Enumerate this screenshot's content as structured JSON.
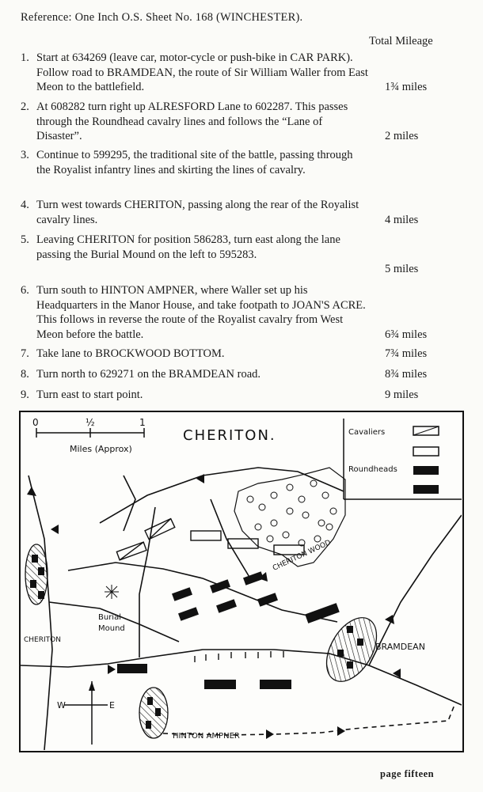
{
  "reference": "Reference: One Inch O.S. Sheet No. 168 (WINCHESTER).",
  "mileage_header": "Total Mileage",
  "steps": [
    {
      "num": "1.",
      "text": "Start at 634269 (leave car, motor-cycle or push-bike in CAR PARK). Follow road to BRAMDEAN, the route of Sir William Waller from East Meon to the battlefield.",
      "miles": "1¾ miles"
    },
    {
      "num": "2.",
      "text": "At 608282 turn right up ALRESFORD Lane to 602287. This passes through the Roundhead cavalry lines and follows the “Lane of Disaster”.",
      "miles": "2 miles"
    },
    {
      "num": "3.",
      "text": "Continue to 599295, the traditional site of the battle, passing through the Royalist infantry lines and skirting the lines of cavalry.",
      "miles": ""
    },
    {
      "num": "4.",
      "text": "Turn west towards CHERITON, passing along the rear of the Royalist cavalry lines.",
      "miles": "4 miles"
    },
    {
      "num": "5.",
      "text": "Leaving CHERITON for position 586283, turn east along the lane passing the Burial Mound on the left to 595283.",
      "miles": "5 miles"
    },
    {
      "num": "6.",
      "text": "Turn south to HINTON AMPNER, where Waller set up his Headquarters in the Manor House, and take footpath to JOAN'S ACRE. This follows in reverse the route of the Royalist cavalry from West Meon before the battle.",
      "miles": "6¾ miles"
    },
    {
      "num": "7.",
      "text": "Take lane to BROCKWOOD BOTTOM.",
      "miles": "7¾ miles"
    },
    {
      "num": "8.",
      "text": "Turn north to 629271 on the BRAMDEAN road.",
      "miles": "8¾ miles"
    },
    {
      "num": "9.",
      "text": "Turn east to start point.",
      "miles": "9 miles"
    }
  ],
  "map": {
    "title": "CHERITON.",
    "scale": {
      "zero": "0",
      "half": "½",
      "one": "1",
      "label": "Miles (Approx)"
    },
    "legend": {
      "cavaliers": "Cavaliers",
      "roundheads": "Roundheads"
    },
    "places": {
      "cheriton": "CHERITON",
      "burial_mound": [
        "Burial",
        "Mound"
      ],
      "cheriton_wood": "CHERITON WOOD",
      "bramdean": "BRAMDEAN",
      "hinton_ampner": "HINTON AMPNER"
    },
    "compass": {
      "w": "W",
      "e": "E"
    }
  },
  "page_label": "page fifteen",
  "colors": {
    "ink": "#111111",
    "paper": "#fbfbf8"
  }
}
